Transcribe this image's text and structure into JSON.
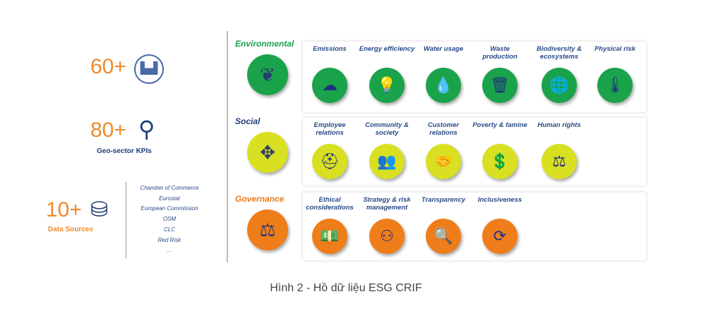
{
  "stats": [
    {
      "value": "60+",
      "label": "",
      "icon": "factory-icon"
    },
    {
      "value": "80+",
      "label": "Geo-sector KPIs",
      "icon": "location-pin-icon"
    },
    {
      "value": "10+",
      "label": "Data Sources",
      "icon": "database-icon"
    }
  ],
  "sources": [
    "Chamber of Commerce",
    "Eurostat",
    "European Commission",
    "OSM",
    "CLC",
    "Red Risk",
    "..."
  ],
  "categories": [
    {
      "name": "Environmental",
      "color": "#1aa34a",
      "items": [
        "Emissions",
        "Energy efficiency",
        "Water usage",
        "Waste production",
        "Biodiversity & ecosystems",
        "Physical risk"
      ]
    },
    {
      "name": "Social",
      "color": "#d9e021",
      "items": [
        "Employee relations",
        "Community & society",
        "Customer relations",
        "Poverty & famine",
        "Human rights"
      ]
    },
    {
      "name": "Governance",
      "color": "#ef7d1a",
      "items": [
        "Ethical considerations",
        "Strategy & risk management",
        "Transparency",
        "Inclusiveness"
      ]
    }
  ],
  "caption": "Hình 2 - Hồ dữ liệu ESG CRIF"
}
